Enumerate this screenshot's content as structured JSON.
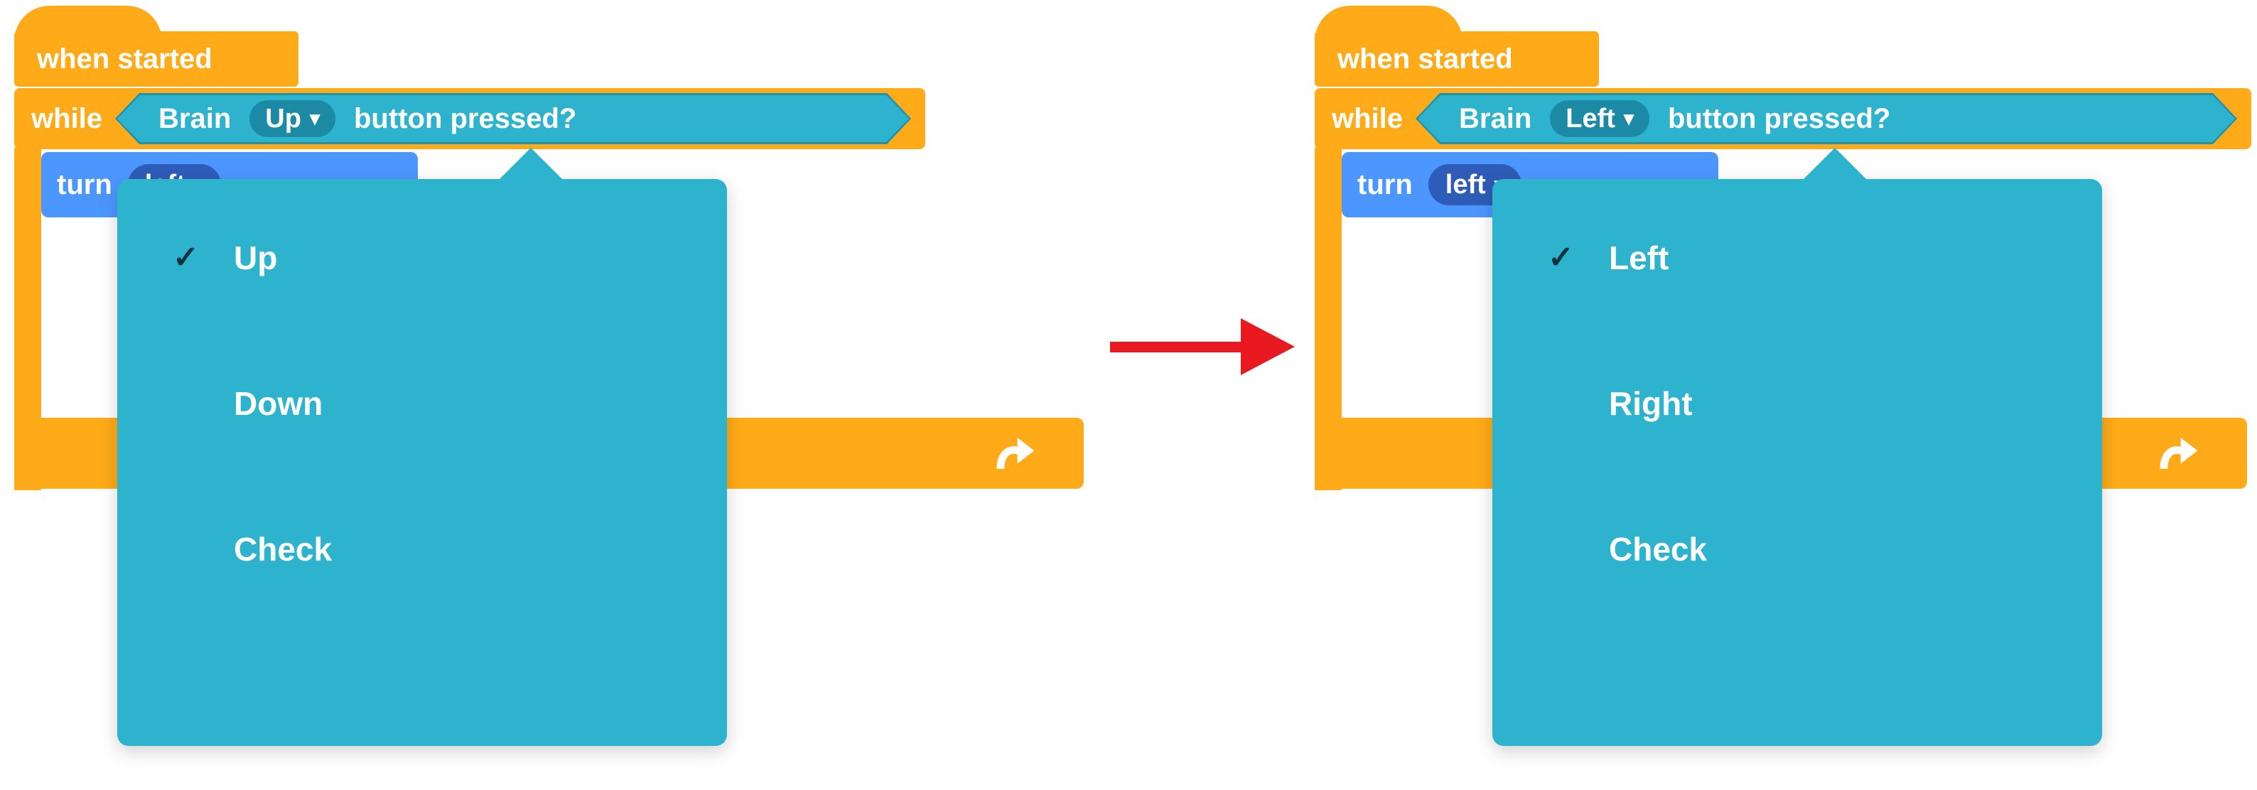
{
  "colors": {
    "block_orange": "#ffab19",
    "block_cyan": "#2eb3cf",
    "cyan_border": "#1d93ad",
    "cyan_chip": "#1d8aa5",
    "block_blue": "#4c97ff",
    "blue_chip": "#2e5cb8",
    "menu_cyan": "#2eb3cf",
    "arrow_red": "#e8191f",
    "text_white": "#ffffff",
    "check_dark": "#0c333e"
  },
  "icons": {
    "dropdown_caret": "▾",
    "check": "✓",
    "loop_arrow": "loop-arrow-icon"
  },
  "panels": [
    {
      "name": "before",
      "hat_label": "when started",
      "while_label": "while",
      "condition": {
        "device": "Brain",
        "selected_button": "Up",
        "suffix": "button pressed?"
      },
      "turn": {
        "label": "turn",
        "direction": "left"
      },
      "menu_items": [
        {
          "label": "Up",
          "checked": true
        },
        {
          "label": "Down",
          "checked": false
        },
        {
          "label": "Check",
          "checked": false
        }
      ]
    },
    {
      "name": "after",
      "hat_label": "when started",
      "while_label": "while",
      "condition": {
        "device": "Brain",
        "selected_button": "Left",
        "suffix": "button pressed?"
      },
      "turn": {
        "label": "turn",
        "direction": "left"
      },
      "menu_items": [
        {
          "label": "Left",
          "checked": true
        },
        {
          "label": "Right",
          "checked": false
        },
        {
          "label": "Check",
          "checked": false
        }
      ]
    }
  ]
}
